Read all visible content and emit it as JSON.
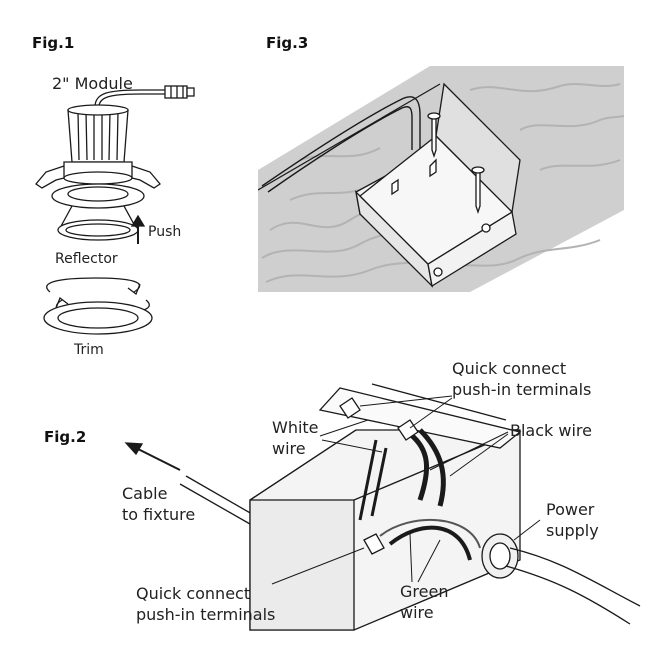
{
  "fig1": {
    "title": "Fig.1",
    "module_label": "2\" Module",
    "push_label": "Push",
    "reflector_label": "Reflector",
    "trim_label": "Trim"
  },
  "fig3": {
    "title": "Fig.3"
  },
  "fig2": {
    "title": "Fig.2",
    "cable_label_line1": "Cable",
    "cable_label_line2": "to fixture",
    "white_wire_line1": "White",
    "white_wire_line2": "wire",
    "quick_connect_top_line1": "Quick connect",
    "quick_connect_top_line2": "push-in terminals",
    "black_wire": "Black wire",
    "power_supply_line1": "Power",
    "power_supply_line2": "supply",
    "quick_connect_bottom_line1": "Quick connect",
    "quick_connect_bottom_line2": "push-in terminals",
    "green_wire_line1": "Green",
    "green_wire_line2": "wire"
  },
  "colors": {
    "line": "#1a1a1a",
    "wood": "#cfcfcf",
    "wood_grain": "#b3b3b3",
    "box": "#f2f2f2"
  }
}
